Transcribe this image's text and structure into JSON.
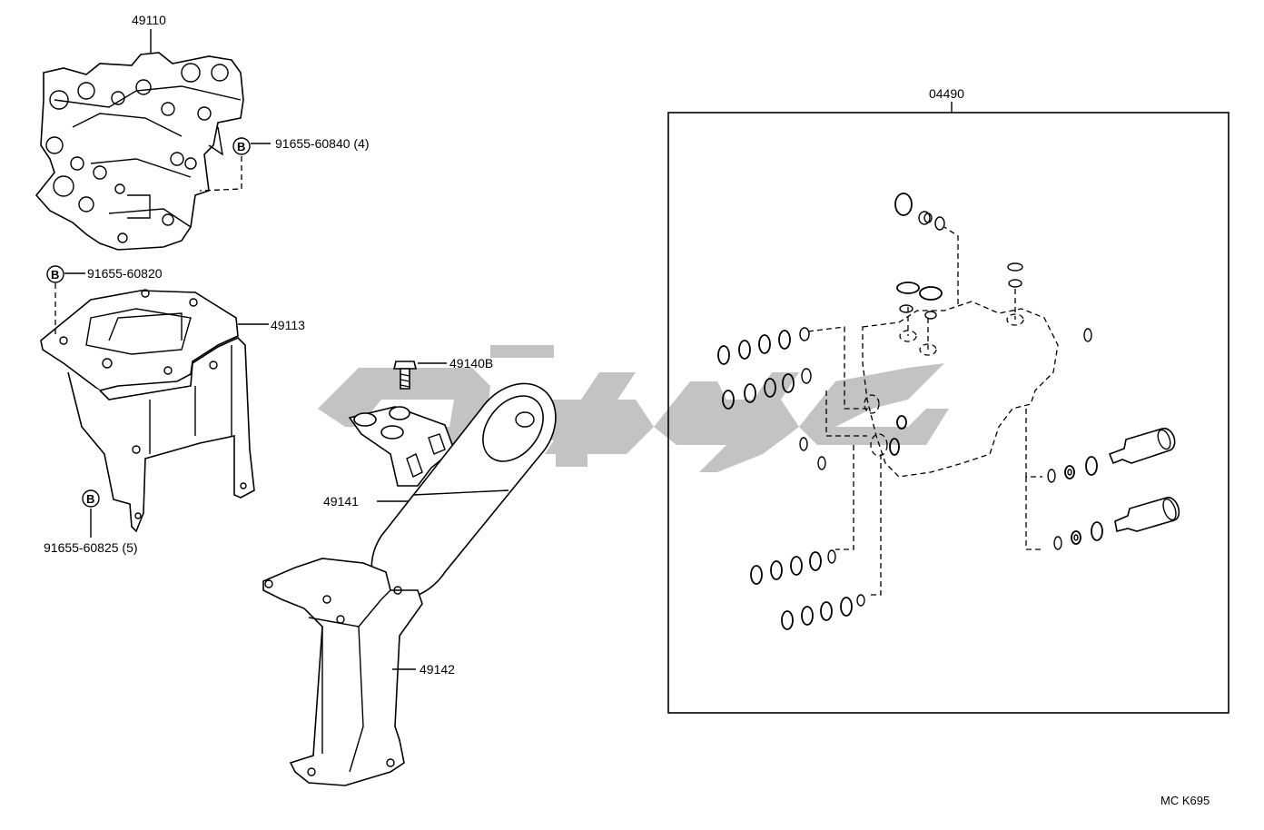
{
  "parts": {
    "p49110": "49110",
    "p91655_60840": "91655-60840 (4)",
    "p91655_60820": "91655-60820",
    "p49113": "49113",
    "p91655_60825": "91655-60825 (5)",
    "p49140B": "49140B",
    "p49141": "49141",
    "p49142": "49142",
    "p04490": "04490"
  },
  "bolt_marker": "B",
  "drawing_code": "MC K695"
}
